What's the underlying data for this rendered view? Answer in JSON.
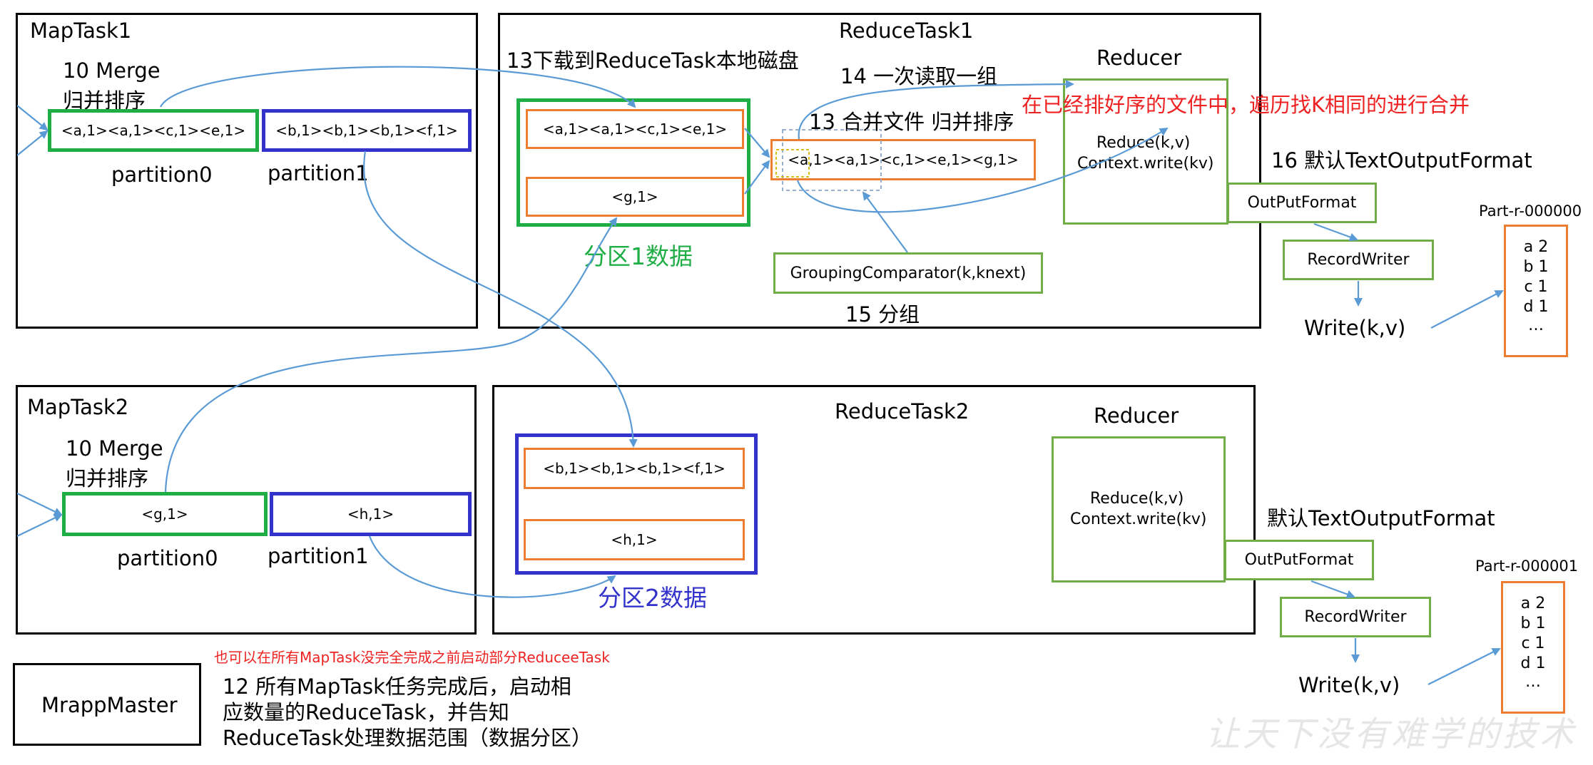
{
  "colors": {
    "green": "#1fae46",
    "blue": "#3333cc",
    "orange": "#ed7d31",
    "light_green": "#70ad47",
    "red": "#ee2222",
    "arrow": "#5b9bd5"
  },
  "maptask1": {
    "title": "MapTask1",
    "merge_label_1": "10 Merge",
    "merge_label_2": "归并排序",
    "partition0_content": "<a,1><a,1><c,1><e,1>",
    "partition1_content": "<b,1><b,1><b,1><f,1>",
    "partition0_label": "partition0",
    "partition1_label": "partition1"
  },
  "maptask2": {
    "title": "MapTask2",
    "merge_label_1": "10 Merge",
    "merge_label_2": "归并排序",
    "partition0_content": "<g,1>",
    "partition1_content": "<h,1>",
    "partition0_label": "partition0",
    "partition1_label": "partition1"
  },
  "reducetask1": {
    "title": "ReduceTask1",
    "download_label": "13下载到ReduceTask本地磁盘",
    "read_label": "14 一次读取一组",
    "merge_label": "13 合并文件 归并排序",
    "partition_item_1": "<a,1><a,1><c,1><e,1>",
    "partition_item_2": "<g,1>",
    "partition_data_label": "分区1数据",
    "merged_content": "<a,1><a,1><c,1><e,1><g,1>",
    "reducer_title": "Reducer",
    "reducer_line1": "Reduce(k,v)",
    "reducer_line2": "Context.write(kv)",
    "red_note": "在已经排好序的文件中，遍历找K相同的进行合并",
    "grouping_comparator": "GroupingComparator(k,knext)",
    "grouping_label": "15 分组",
    "output_format_label": "16 默认TextOutputFormat",
    "output_format": "OutPutFormat",
    "record_writer": "RecordWriter",
    "write": "Write(k,v)",
    "part_file_name": "Part-r-000000",
    "part_file_lines": [
      "a 2",
      "b 1",
      "c 1",
      "d 1",
      "…"
    ]
  },
  "reducetask2": {
    "title": "ReduceTask2",
    "partition_item_1": "<b,1><b,1><b,1><f,1>",
    "partition_item_2": "<h,1>",
    "partition_data_label": "分区2数据",
    "reducer_title": "Reducer",
    "reducer_line1": "Reduce(k,v)",
    "reducer_line2": "Context.write(kv)",
    "output_format_label": "默认TextOutputFormat",
    "output_format": "OutPutFormat",
    "record_writer": "RecordWriter",
    "write": "Write(k,v)",
    "part_file_name": "Part-r-000001",
    "part_file_lines": [
      "a 2",
      "b 1",
      "c 1",
      "d 1",
      "…"
    ]
  },
  "master": {
    "title": "MrappMaster",
    "red_note": "也可以在所有MapTask没完全完成之前启动部分ReduceeTask",
    "desc_line1": "12 所有MapTask任务完成后，启动相",
    "desc_line2": "应数量的ReduceTask，并告知",
    "desc_line3": "ReduceTask处理数据范围（数据分区）"
  },
  "watermark": "让天下没有难学的技术"
}
